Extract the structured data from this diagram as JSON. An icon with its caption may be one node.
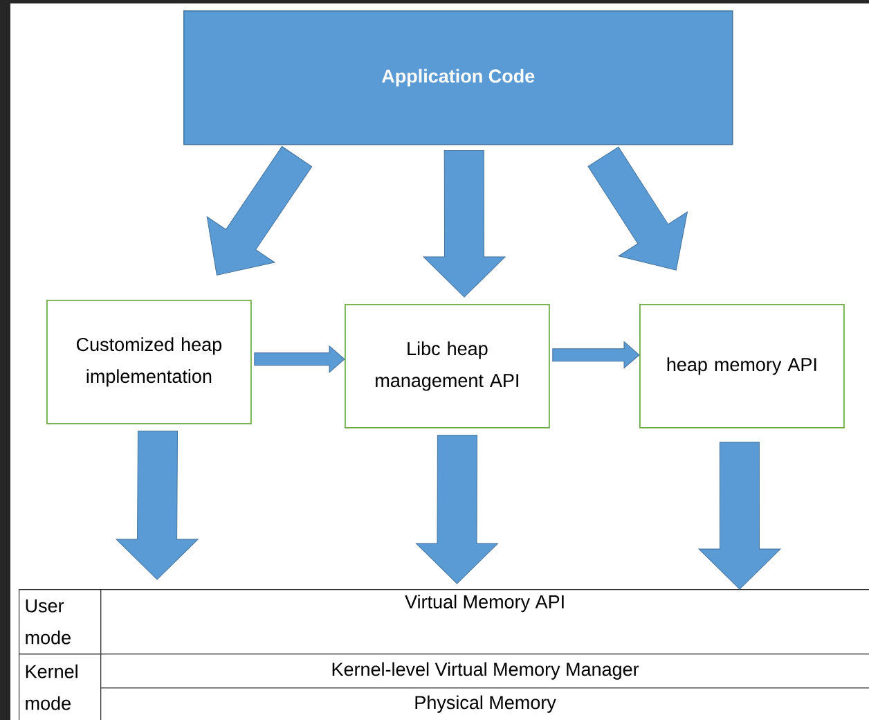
{
  "diagram": {
    "nodes": [
      {
        "text": [
          "Application Code"
        ]
      },
      {
        "text": [
          "Customized heap implementation"
        ]
      },
      {
        "text": [
          "Libc heap management API"
        ]
      },
      {
        "text": [
          "heap memory API"
        ]
      },
      {
        "text": [
          "Virtual Memory API"
        ]
      },
      {
        "text": [
          "Kernel-level Virtual Memory Manager"
        ]
      },
      {
        "text": [
          "Physical Memory"
        ]
      }
    ],
    "edges": [
      {
        "from": 0,
        "to": 1,
        "arrow": "to"
      },
      {
        "from": 0,
        "to": 2,
        "arrow": "to"
      },
      {
        "from": 0,
        "to": 3,
        "arrow": "to"
      },
      {
        "from": 1,
        "to": 2,
        "arrow": "to"
      },
      {
        "from": 2,
        "to": 3,
        "arrow": "to"
      },
      {
        "from": 1,
        "to": 4,
        "arrow": "to"
      },
      {
        "from": 2,
        "to": 4,
        "arrow": "to"
      },
      {
        "from": 3,
        "to": 4,
        "arrow": "to"
      }
    ],
    "labels": [
      "User mode",
      "Kernel mode"
    ]
  }
}
